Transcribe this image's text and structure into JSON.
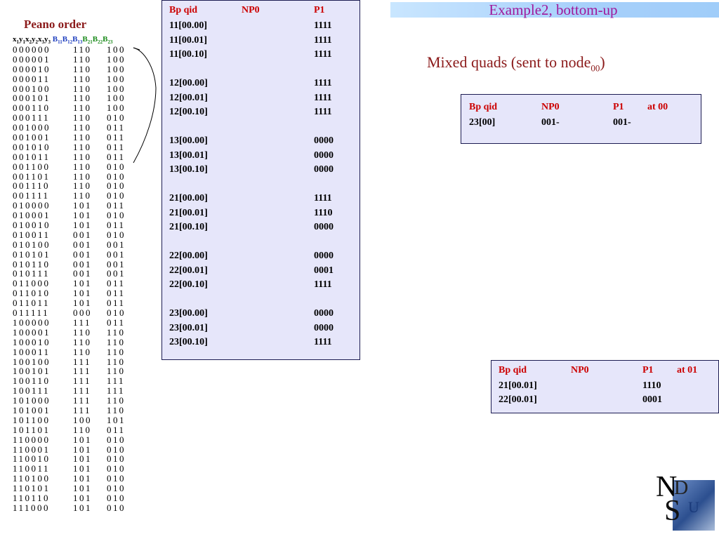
{
  "peano": {
    "title": "Peano order",
    "header": {
      "x1": "x",
      "y1": "y",
      "x2": "x",
      "y2": "y",
      "x3": "x",
      "y3": "y",
      "b11": "B",
      "b12": "B",
      "b13": "B",
      "b21": "B",
      "b22": "B",
      "b23": "B",
      "s1": "1",
      "s2": "2",
      "s3": "3",
      "s11": "11",
      "s12": "12",
      "s13": "13",
      "s21": "21",
      "s22": "22",
      "s23": "23"
    },
    "rows": [
      [
        "000000",
        "110",
        "100"
      ],
      [
        "000001",
        "110",
        "100"
      ],
      [
        "000010",
        "110",
        "100"
      ],
      [
        "000011",
        "110",
        "100"
      ],
      [
        "000100",
        "110",
        "100"
      ],
      [
        "000101",
        "110",
        "100"
      ],
      [
        "000110",
        "110",
        "100"
      ],
      [
        "000111",
        "110",
        "010"
      ],
      [
        "001000",
        "110",
        "011"
      ],
      [
        "001001",
        "110",
        "011"
      ],
      [
        "001010",
        "110",
        "011"
      ],
      [
        "001011",
        "110",
        "011"
      ],
      [
        "001100",
        "110",
        "010"
      ],
      [
        "001101",
        "110",
        "010"
      ],
      [
        "001110",
        "110",
        "010"
      ],
      [
        "001111",
        "110",
        "010"
      ],
      [
        "010000",
        "101",
        "011"
      ],
      [
        "010001",
        "101",
        "010"
      ],
      [
        "010010",
        "101",
        "011"
      ],
      [
        "010011",
        "001",
        "010"
      ],
      [
        "010100",
        "001",
        "001"
      ],
      [
        "010101",
        "001",
        "001"
      ],
      [
        "010110",
        "001",
        "001"
      ],
      [
        "010111",
        "001",
        "001"
      ],
      [
        "011000",
        "101",
        "011"
      ],
      [
        "011010",
        "101",
        "011"
      ],
      [
        "011011",
        "101",
        "011"
      ],
      [
        "011111",
        "000",
        "010"
      ],
      [
        "100000",
        "111",
        "011"
      ],
      [
        "100001",
        "110",
        "110"
      ],
      [
        "100010",
        "110",
        "110"
      ],
      [
        "100011",
        "110",
        "110"
      ],
      [
        "100100",
        "111",
        "110"
      ],
      [
        "100101",
        "111",
        "110"
      ],
      [
        "100110",
        "111",
        "111"
      ],
      [
        "100111",
        "111",
        "111"
      ],
      [
        "101000",
        "111",
        "110"
      ],
      [
        "101001",
        "111",
        "110"
      ],
      [
        "101100",
        "100",
        "101"
      ],
      [
        "101101",
        "110",
        "011"
      ],
      [
        "110000",
        "101",
        "010"
      ],
      [
        "110001",
        "101",
        "010"
      ],
      [
        "110010",
        "101",
        "010"
      ],
      [
        "110011",
        "101",
        "010"
      ],
      [
        "110100",
        "101",
        "010"
      ],
      [
        "110101",
        "101",
        "010"
      ],
      [
        "110110",
        "101",
        "010"
      ],
      [
        "111000",
        "101",
        "010"
      ]
    ]
  },
  "center_panel": {
    "headers": [
      "Bp qid",
      "NP0",
      "P1"
    ],
    "groups": [
      [
        [
          "11[00.00]",
          "",
          "1111"
        ],
        [
          "11[00.01]",
          "",
          "1111"
        ],
        [
          "11[00.10]",
          "",
          "1111"
        ]
      ],
      [
        [
          "12[00.00]",
          "",
          "1111"
        ],
        [
          "12[00.01]",
          "",
          "1111"
        ],
        [
          "12[00.10]",
          "",
          "1111"
        ]
      ],
      [
        [
          "13[00.00]",
          "",
          "0000"
        ],
        [
          "13[00.01]",
          "",
          "0000"
        ],
        [
          "13[00.10]",
          "",
          "0000"
        ]
      ],
      [
        [
          "21[00.00]",
          "",
          "1111"
        ],
        [
          "21[00.01]",
          "",
          "1110"
        ],
        [
          "21[00.10]",
          "",
          "0000"
        ]
      ],
      [
        [
          "22[00.00]",
          "",
          "0000"
        ],
        [
          "22[00.01]",
          "",
          "0001"
        ],
        [
          "22[00.10]",
          "",
          "1111"
        ]
      ],
      [
        [
          "23[00.00]",
          "",
          "0000"
        ],
        [
          "23[00.01]",
          "",
          "0000"
        ],
        [
          "23[00.10]",
          "",
          "1111"
        ]
      ]
    ]
  },
  "title": "Example2, bottom-up",
  "heading": {
    "text": "Mixed quads (sent to node",
    "sub": "00",
    "close": ")"
  },
  "right_panel_1": {
    "headers": [
      "Bp qid",
      "NP0",
      "P1",
      "at 00"
    ],
    "rows": [
      [
        "23[00]",
        "001-",
        "001-",
        ""
      ]
    ]
  },
  "right_panel_2": {
    "headers": [
      "Bp qid",
      "NP0",
      "P1",
      "at 01"
    ],
    "rows": [
      [
        "21[00.01]",
        "",
        "1110",
        ""
      ],
      [
        "22[00.01]",
        "",
        "0001",
        ""
      ]
    ]
  },
  "logo": {
    "letters": [
      "N",
      "D",
      "S",
      "U"
    ]
  },
  "colors": {
    "title": "#a0179a",
    "heading": "#8b1a1a",
    "header_red": "#cc0000",
    "panel_bg": "#e6e6fa",
    "b1x": "#1f3fbf",
    "b2x": "#1a8a1a"
  }
}
